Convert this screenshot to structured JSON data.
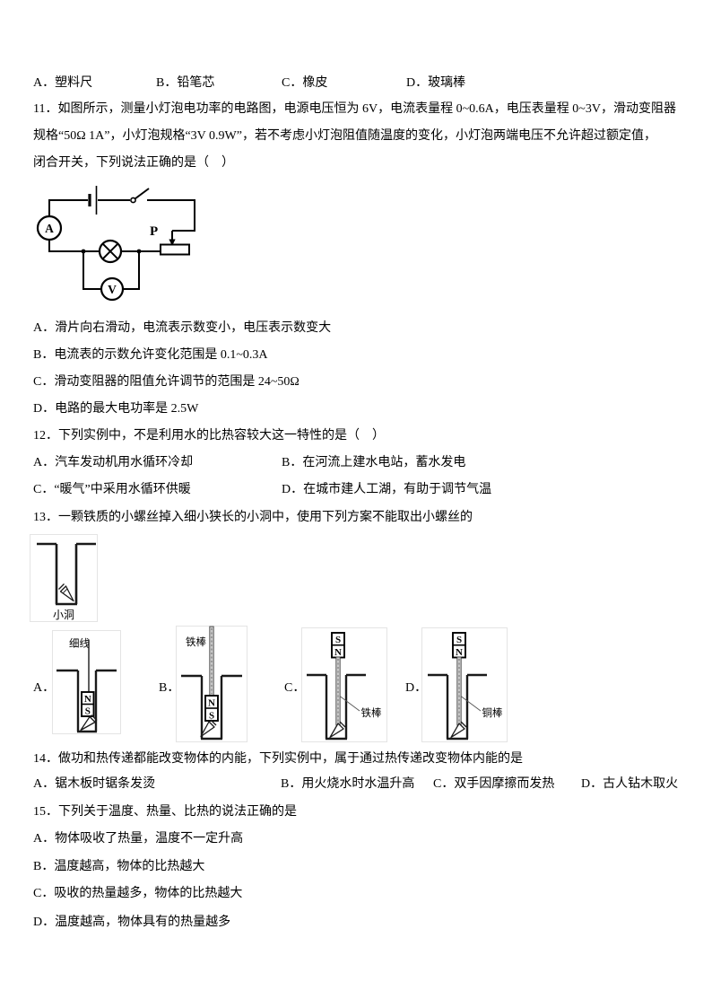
{
  "prev": {
    "options": [
      "A．塑料尺",
      "B．铅笔芯",
      "C．橡皮",
      "D．玻璃棒"
    ]
  },
  "q11": {
    "line1": "11．如图所示，测量小灯泡电功率的电路图，电源电压恒为 6V，电流表量程 0~0.6A，电压表量程 0~3V，滑动变阻器",
    "line2": "规格“50Ω 1A”，小灯泡规格“3V 0.9W”，若不考虑小灯泡阻值随温度的变化，小灯泡两端电压不允许超过额定值，",
    "line3": "闭合开关，下列说法正确的是（　）",
    "circuit": {
      "ammeter_label": "A",
      "voltmeter_label": "V",
      "slider_label": "P"
    },
    "options": [
      "A．滑片向右滑动，电流表示数变小，电压表示数变大",
      "B．电流表的示数允许变化范围是 0.1~0.3A",
      "C．滑动变阻器的阻值允许调节的范围是 24~50Ω",
      "D．电路的最大电功率是 2.5W"
    ]
  },
  "q12": {
    "title": "12．下列实例中，不是利用水的比热容较大这一特性的是（　）",
    "options": [
      "A．汽车发动机用水循环冷却",
      "B．在河流上建水电站，蓄水发电",
      "C．“暖气”中采用水循环供暖",
      "D．在城市建人工湖，有助于调节气温"
    ]
  },
  "q13": {
    "title": "13．一颗铁质的小螺丝掉入细小狭长的小洞中，使用下列方案不能取出小螺丝的",
    "hole_label": "小洞",
    "options": [
      {
        "label": "A．",
        "annotation": "细线",
        "magnet_top": "N",
        "magnet_bottom": "S"
      },
      {
        "label": "B．",
        "annotation": "铁棒",
        "magnet_top": "N",
        "magnet_bottom": "S"
      },
      {
        "label": "C．",
        "annotation": "铁棒",
        "magnet_top": "S",
        "magnet_bottom": "N"
      },
      {
        "label": "D．",
        "annotation": "铜棒",
        "magnet_top": "S",
        "magnet_bottom": "N"
      }
    ]
  },
  "q14": {
    "title": "14．做功和热传递都能改变物体的内能，下列实例中，属于通过热传递改变物体内能的是",
    "options": [
      "A．锯木板时锯条发烫",
      "B．用火烧水时水温升高",
      "C．双手因摩擦而发热",
      "D．古人钻木取火"
    ]
  },
  "q15": {
    "title": "15．下列关于温度、热量、比热的说法正确的是",
    "options": [
      "A．物体吸收了热量，温度不一定升高",
      "B．温度越高，物体的比热越大",
      "C．吸收的热量越多，物体的比热越大",
      "D．温度越高，物体具有的热量越多"
    ]
  }
}
